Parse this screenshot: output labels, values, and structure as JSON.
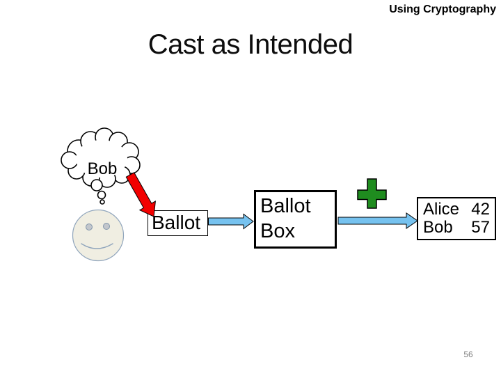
{
  "header": {
    "label": "Using Cryptography"
  },
  "title": "Cast as Intended",
  "diagram": {
    "thought_label": "Bob",
    "ballot_label": "Ballot",
    "ballot_box": {
      "line1": "Ballot",
      "line2": "Box"
    },
    "tally": {
      "rows": [
        {
          "name": "Alice",
          "count": "42"
        },
        {
          "name": "Bob",
          "count": "57"
        }
      ]
    },
    "icons": {
      "thought_bubble": "thought-bubble-icon",
      "smiley": "smiley-face-icon",
      "red_arrow": "red-arrow-icon",
      "blue_arrow": "blue-arrow-icon",
      "plus": "plus-icon"
    }
  },
  "footer": {
    "page_number": "56"
  },
  "colors": {
    "arrow_red": "#f20000",
    "arrow_blue": "#76c2ef",
    "plus_green": "#1f8c1f",
    "smiley_fill": "#f0eee2",
    "smiley_stroke": "#90a5bc",
    "eye_fill": "#c2c6cc",
    "eye_stroke": "#8195ab",
    "page_number_gray": "#7f7f7f",
    "outline_black": "#000000"
  }
}
